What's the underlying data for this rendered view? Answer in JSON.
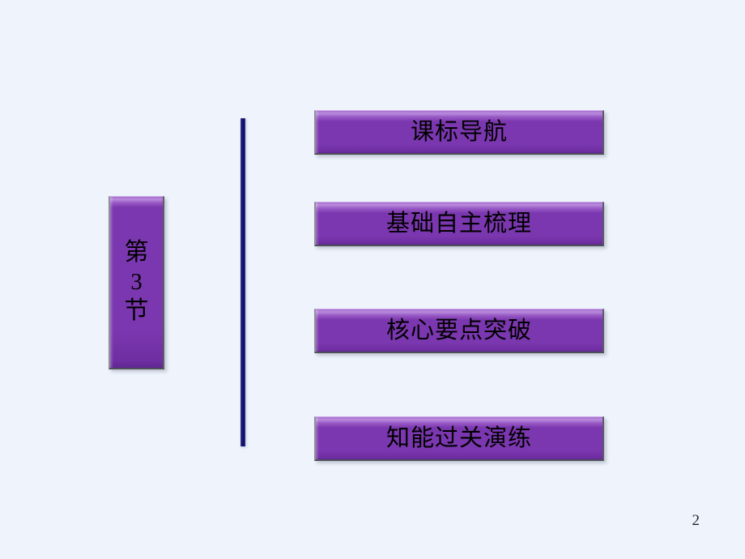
{
  "slide": {
    "background_color": "#eff4fc",
    "page_number": "2"
  },
  "chapter_plaque": {
    "name": "chapter-marker",
    "fill_color": "#7b37af",
    "text_color": "#000000",
    "lines": [
      {
        "text": "第"
      },
      {
        "text": "3"
      },
      {
        "text": "节"
      }
    ],
    "full_text": "第3节"
  },
  "divider": {
    "name": "vertical-divider",
    "color": "#14146e"
  },
  "menu": {
    "fill_color": "#7b37af",
    "text_color": "#000000",
    "items": [
      {
        "label": "课标导航"
      },
      {
        "label": "基础自主梳理"
      },
      {
        "label": "核心要点突破"
      },
      {
        "label": "知能过关演练"
      }
    ]
  }
}
